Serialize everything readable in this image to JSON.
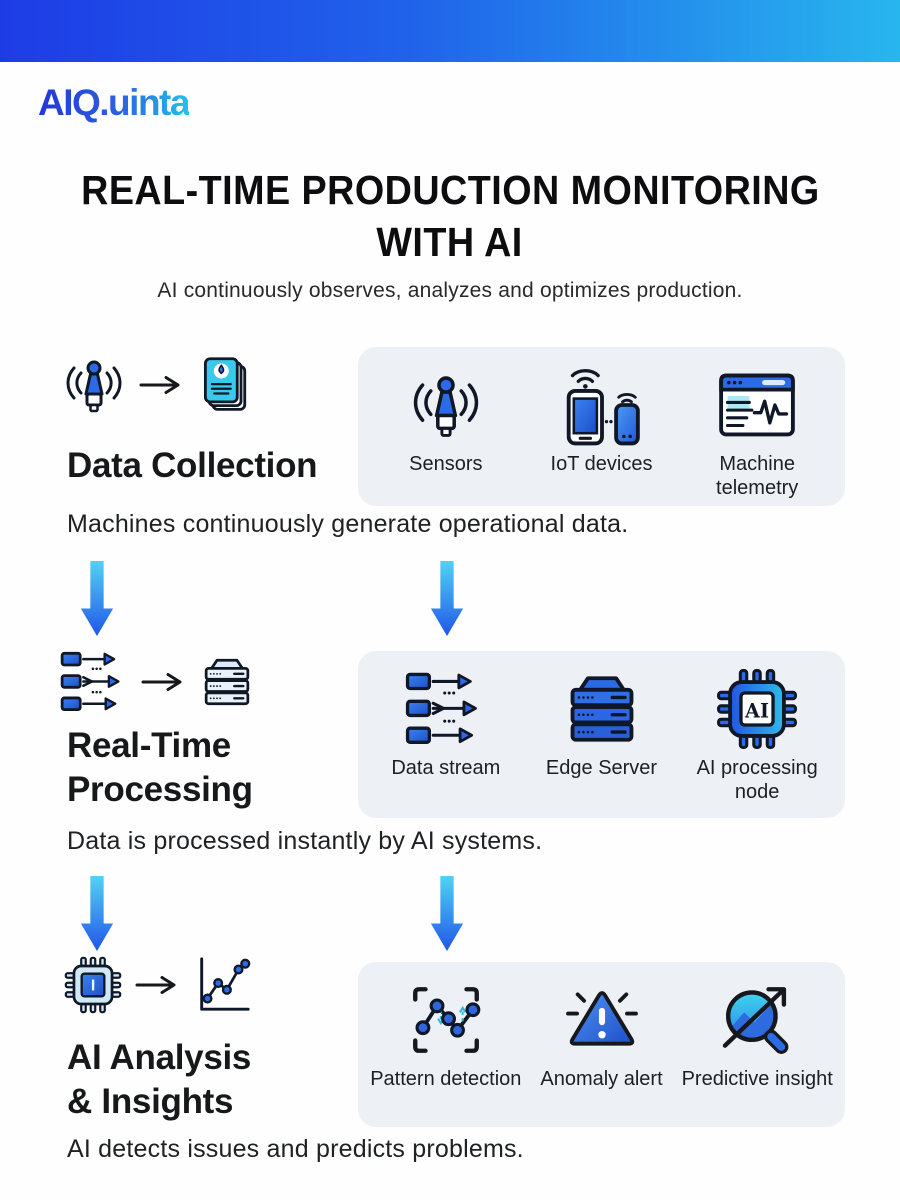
{
  "logo": {
    "text": "AIQ.uinta"
  },
  "header": {
    "title_line1": "REAL-TIME PRODUCTION MONITORING",
    "title_line2": "WITH AI",
    "subtitle": "AI continuously observes, analyzes and optimizes production."
  },
  "colors": {
    "banner_start": "#1e3ce6",
    "banner_end": "#28b6ee",
    "accent_blue": "#2b6be8",
    "deep_blue": "#1d50c8",
    "cyan": "#38c9ec",
    "panel_bg": "#edf0f5",
    "text_dark": "#17181a"
  },
  "icons": {
    "ai_chip_text": "AI"
  },
  "sections": [
    {
      "id": "data-collection",
      "heading_line1": "Data Collection",
      "heading_line2": "",
      "description": "Machines continuously generate operational data.",
      "items": [
        {
          "label": "Sensors",
          "icon": "sensor-antenna-icon"
        },
        {
          "label": "IoT devices",
          "icon": "iot-devices-icon"
        },
        {
          "label": "Machine telemetry",
          "icon": "machine-telemetry-icon"
        }
      ]
    },
    {
      "id": "real-time-processing",
      "heading_line1": "Real-Time",
      "heading_line2": "Processing",
      "description": "Data is processed instantly by AI systems.",
      "items": [
        {
          "label": "Data stream",
          "icon": "data-stream-icon"
        },
        {
          "label": "Edge Server",
          "icon": "edge-server-icon"
        },
        {
          "label": "AI processing node",
          "icon": "ai-chip-icon"
        }
      ]
    },
    {
      "id": "ai-analysis-insights",
      "heading_line1": "AI Analysis",
      "heading_line2": "& Insights",
      "description": "AI detects issues and predicts problems.",
      "items": [
        {
          "label": "Pattern detection",
          "icon": "pattern-detection-icon"
        },
        {
          "label": "Anomaly alert",
          "icon": "anomaly-alert-icon"
        },
        {
          "label": "Predictive insight",
          "icon": "predictive-insight-icon"
        }
      ]
    }
  ]
}
